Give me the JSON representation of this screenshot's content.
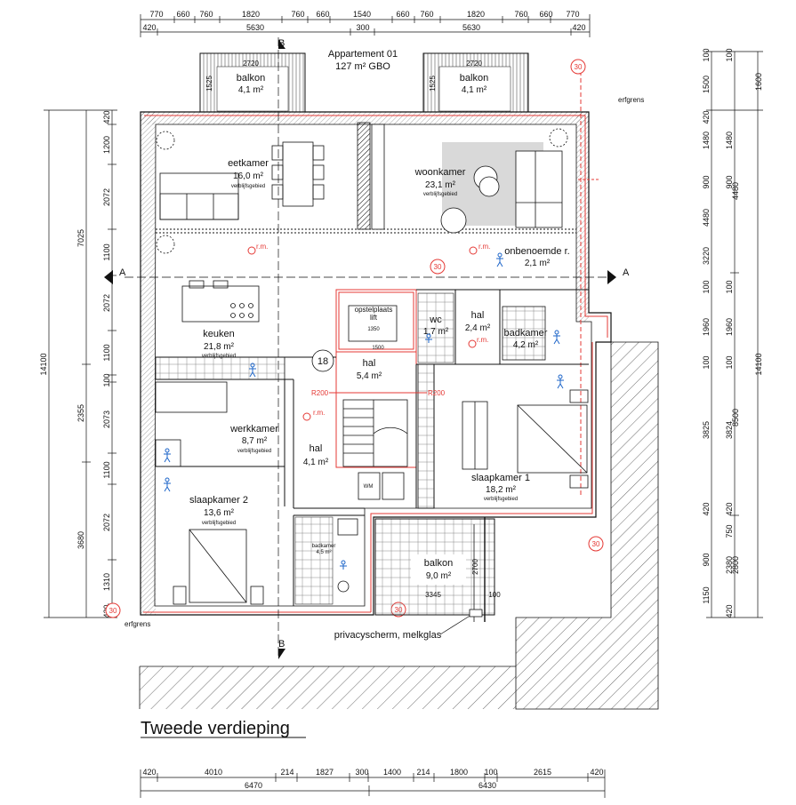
{
  "project": {
    "name": "Appartement 01",
    "gbo": "127 m² GBO"
  },
  "floor_title": "Tweede verdieping",
  "top_dims_row1": [
    "770",
    "660",
    "760",
    "1820",
    "760",
    "660",
    "1540",
    "660",
    "760",
    "1820",
    "760",
    "660",
    "770"
  ],
  "top_dims_row2": [
    "420",
    "5630",
    "300",
    "5630",
    "420"
  ],
  "bottom_dims_row1": [
    "420",
    "4010",
    "214",
    "1827",
    "300",
    "1400",
    "214",
    "1800",
    "100",
    "2615",
    "420"
  ],
  "bottom_dims_row2": [
    "6470",
    "6430"
  ],
  "left_dims_outer": [
    "14100"
  ],
  "left_dims_mid": [
    "7025",
    "2355",
    "3680"
  ],
  "left_dims_inner": [
    "420",
    "1200",
    "2072",
    "1100",
    "2072",
    "1100",
    "100",
    "2073",
    "1100",
    "2072",
    "1310",
    "420"
  ],
  "right_dims_outer": [
    "1600",
    "14100"
  ],
  "right_dims_mid": [
    "4480",
    "8500",
    "2800"
  ],
  "right_dims_inner": [
    "100",
    "1500",
    "420",
    "1480",
    "900",
    "4480",
    "3220",
    "100",
    "1960",
    "100",
    "3825",
    "420",
    "900",
    "1150"
  ],
  "right_dims_inner2": [
    "100",
    "1480",
    "900",
    "100",
    "1960",
    "100",
    "3824",
    "420",
    "750",
    "2380",
    "420"
  ],
  "balcony_top": {
    "name": "balkon",
    "area": "4,1 m²",
    "width": "2720",
    "depth": "1525"
  },
  "rooms": {
    "eetkamer": {
      "name": "eetkamer",
      "area": "16,0 m²",
      "sub": "verblijfsgebied"
    },
    "woonkamer": {
      "name": "woonkamer",
      "area": "23,1 m²",
      "sub": "verblijfsgebied"
    },
    "onbenoemde": {
      "name": "onbenoemde r.",
      "area": "2,1 m²"
    },
    "keuken": {
      "name": "keuken",
      "area": "21,8 m²",
      "sub": "verblijfsgebied"
    },
    "opstelplaats": {
      "name": "opstelplaats",
      "sub": "lift",
      "dim1": "1350",
      "dim2": "1500"
    },
    "wc": {
      "name": "wc",
      "area": "1,7 m²"
    },
    "hal_a": {
      "name": "hal",
      "area": "2,4 m²"
    },
    "badkamer": {
      "name": "badkamer",
      "area": "4,2 m²"
    },
    "hal_b": {
      "name": "hal",
      "area": "5,4 m²"
    },
    "werkkamer": {
      "name": "werkkamer",
      "area": "8,7 m²",
      "sub": "verblijfsgebied"
    },
    "hal_c": {
      "name": "hal",
      "area": "4,1 m²"
    },
    "slaapkamer1": {
      "name": "slaapkamer 1",
      "area": "18,2 m²",
      "sub": "verblijfsgebied"
    },
    "slaapkamer2": {
      "name": "slaapkamer 2",
      "area": "13,6 m²",
      "sub": "verblijfsgebied"
    },
    "badkamer_small": {
      "name": "badkamer",
      "area": "4,5 m²"
    },
    "balkon_main": {
      "name": "balkon",
      "area": "9,0 m²",
      "width": "3345",
      "depth": "2700",
      "extra": "100"
    }
  },
  "labels": {
    "erfgrens": "erfgrens",
    "section_a": "A",
    "section_b": "B",
    "fire_30": "30",
    "rm": "r.m.",
    "r200": "R200",
    "stair_steps": "18",
    "privacy": "privacyscherm, melkglas",
    "wm": "WM"
  },
  "colors": {
    "line": "#111111",
    "fire": "#e53935",
    "furniture_fill": "#d9d9d9",
    "neighbour_hatch": "#555555"
  }
}
